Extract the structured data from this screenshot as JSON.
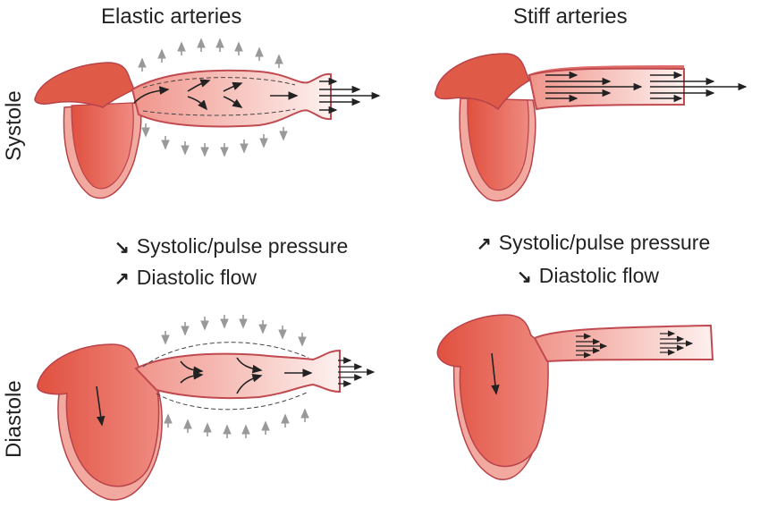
{
  "columns": {
    "elastic": {
      "title": "Elastic arteries"
    },
    "stiff": {
      "title": "Stiff arteries"
    }
  },
  "rows": {
    "systole": {
      "label": "Systole"
    },
    "diastole": {
      "label": "Diastole"
    }
  },
  "effects": {
    "elastic": [
      {
        "direction": "down",
        "arrow": "↘",
        "label": "Systolic/pulse pressure"
      },
      {
        "direction": "up",
        "arrow": "↗",
        "label": "Diastolic flow"
      }
    ],
    "stiff": [
      {
        "direction": "up",
        "arrow": "↗",
        "label": "Systolic/pulse pressure"
      },
      {
        "direction": "down",
        "arrow": "↘",
        "label": "Diastolic flow"
      }
    ]
  },
  "colors": {
    "heart_fill": "#e8685a",
    "heart_outline": "#b8434a",
    "heart_wall": "#f2aaa0",
    "vessel_fill": "#f6c3bd",
    "wall_arrow": "#999999",
    "flow_arrow": "#222222"
  }
}
